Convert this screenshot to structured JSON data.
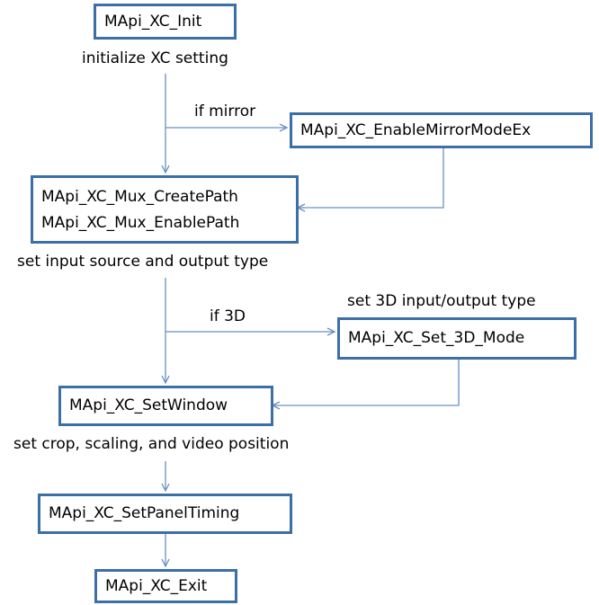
{
  "nodes": {
    "init": "MApi_XC_Init",
    "mirror": "MApi_XC_EnableMirrorModeEx",
    "mux_create": "MApi_XC_Mux_CreatePath",
    "mux_enable": "MApi_XC_Mux_EnablePath",
    "set3d": "MApi_XC_Set_3D_Mode",
    "setwindow": "MApi_XC_SetWindow",
    "paneltiming": "MApi_XC_SetPanelTiming",
    "exit": "MApi_XC_Exit"
  },
  "labels": {
    "init_desc": "initialize XC setting",
    "if_mirror": "if mirror",
    "mux_desc": "set input source and output type",
    "set3d_desc": "set 3D input/output type",
    "if_3d": "if 3D",
    "window_desc": "set crop, scaling, and video position"
  },
  "colors": {
    "box_border": "#3c6ea7",
    "arrow": "#6a8fc4"
  }
}
